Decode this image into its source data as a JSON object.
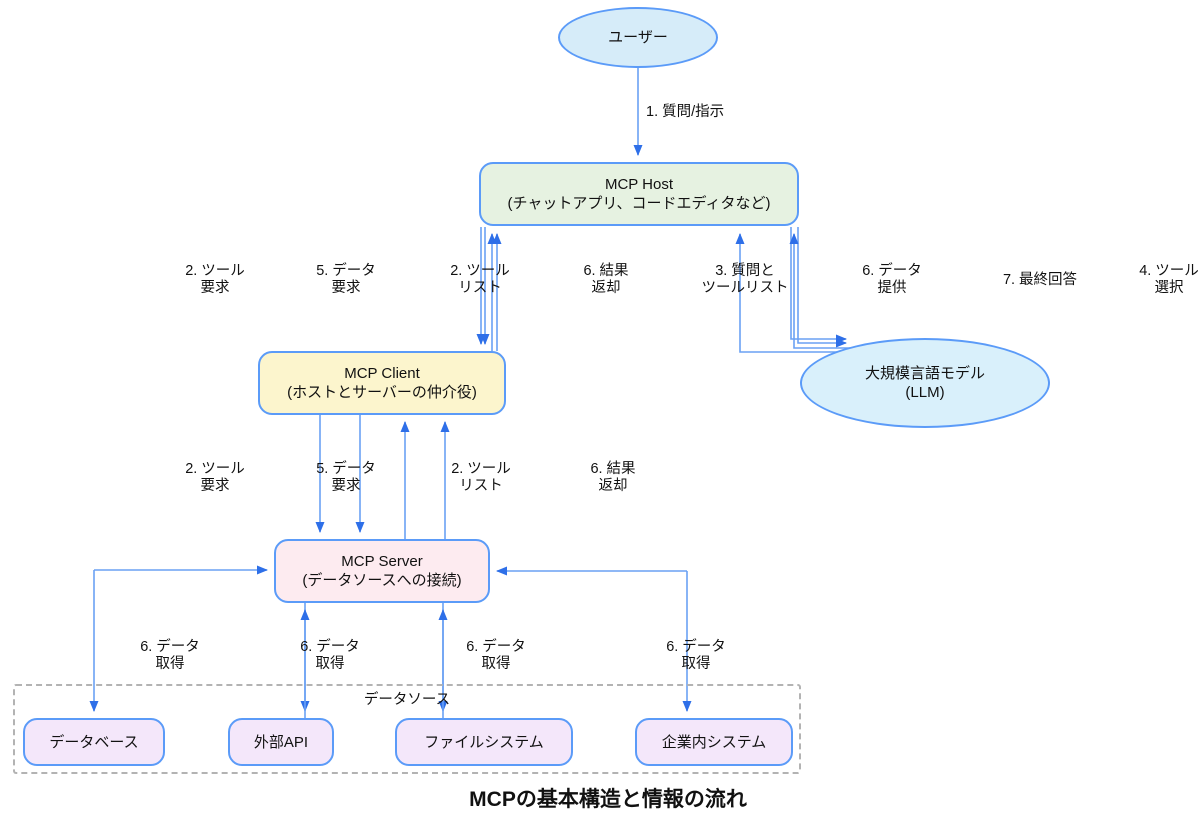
{
  "diagram_title": "MCPの基本構造と情報の流れ",
  "nodes": {
    "user": {
      "label": "ユーザー"
    },
    "host": {
      "title": "MCP Host",
      "subtitle": "(チャットアプリ、コードエディタなど)"
    },
    "client": {
      "title": "MCP Client",
      "subtitle": "(ホストとサーバーの仲介役)"
    },
    "server": {
      "title": "MCP Server",
      "subtitle": "(データソースへの接続)"
    },
    "llm": {
      "title": "大規模言語モデル",
      "subtitle": "(LLM)"
    },
    "datasource_group": {
      "label": "データソース"
    },
    "database": {
      "label": "データベース"
    },
    "external_api": {
      "label": "外部API"
    },
    "file_system": {
      "label": "ファイルシステム"
    },
    "internal_system": {
      "label": "企業内システム"
    }
  },
  "labels": {
    "user_to_host": "1. 質問/指示",
    "row1": [
      {
        "line1": "2. ツール",
        "line2": "要求"
      },
      {
        "line1": "5. データ",
        "line2": "要求"
      },
      {
        "line1": "2. ツール",
        "line2": "リスト"
      },
      {
        "line1": "6. 結果",
        "line2": "返却"
      },
      {
        "line1": "3. 質問と",
        "line2": "ツールリスト"
      },
      {
        "line1": "6. データ",
        "line2": "提供"
      },
      {
        "line1": "7. 最終回答",
        "line2": ""
      },
      {
        "line1": "4. ツール",
        "line2": "選択"
      }
    ],
    "row2": [
      {
        "line1": "2. ツール",
        "line2": "要求"
      },
      {
        "line1": "5. データ",
        "line2": "要求"
      },
      {
        "line1": "2. ツール",
        "line2": "リスト"
      },
      {
        "line1": "6. 結果",
        "line2": "返却"
      }
    ],
    "row3": [
      {
        "line1": "6. データ",
        "line2": "取得"
      },
      {
        "line1": "6. データ",
        "line2": "取得"
      },
      {
        "line1": "6. データ",
        "line2": "取得"
      },
      {
        "line1": "6. データ",
        "line2": "取得"
      }
    ]
  },
  "colors": {
    "arrow_line": "#6aa1f4",
    "arrow_head": "#2e6fe8",
    "node_border": "#5b9bf8",
    "host_fill": "#e6f2e1",
    "client_fill": "#fcf5cd",
    "server_fill": "#fdebf0",
    "user_ellipse_fill": "#d6ecf9",
    "llm_ellipse_fill": "#d9f0fb",
    "datasource_fill": "#f4e7fa",
    "dashed_border": "#b3b3b3",
    "text": "#111111"
  }
}
